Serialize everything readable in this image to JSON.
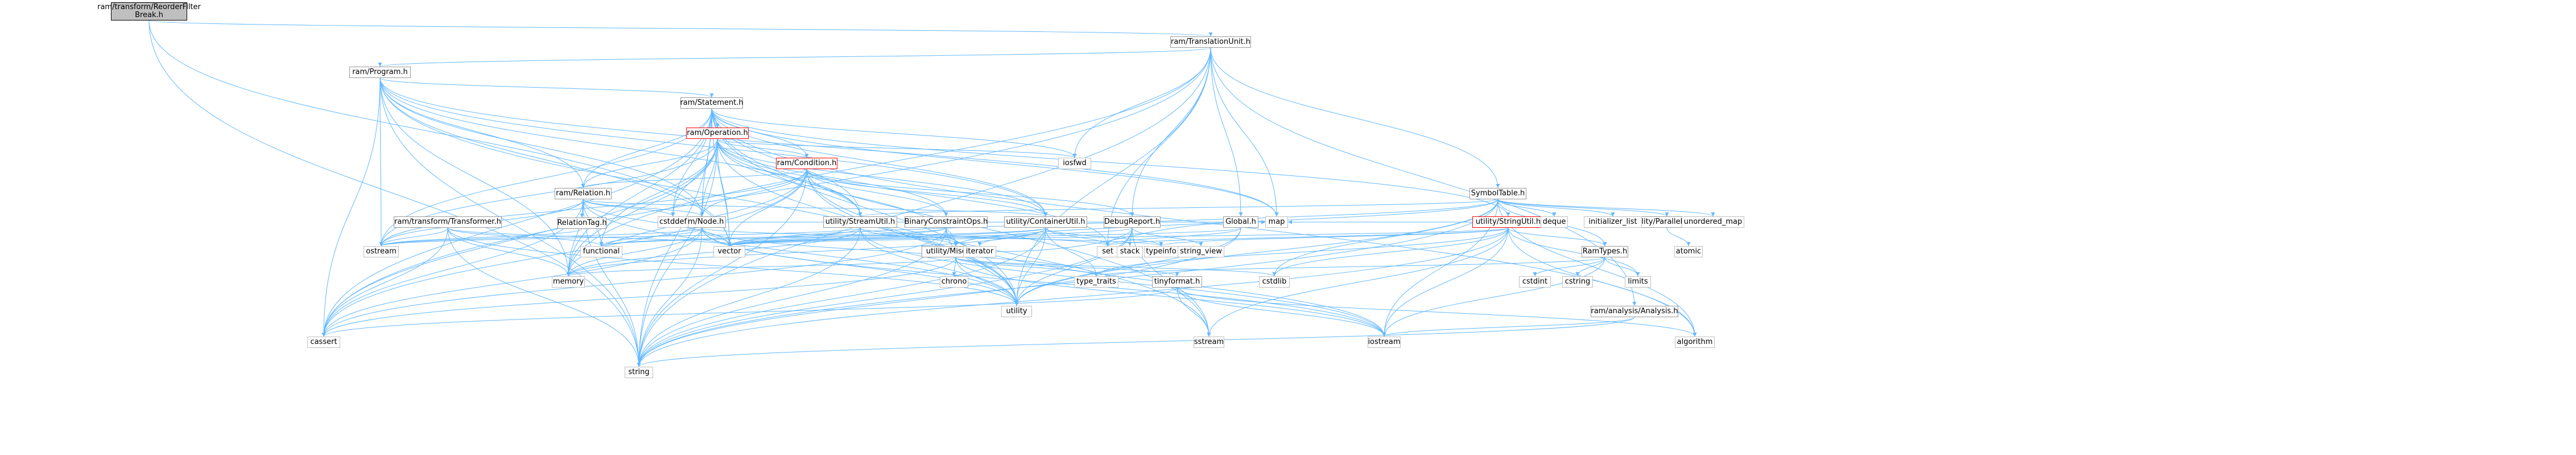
{
  "diagram": {
    "nodes": [
      {
        "id": "root",
        "label": "ram/transform/ReorderFilter\nBreak.h",
        "kind": "root"
      },
      {
        "id": "transinit",
        "label": "ram/TranslationUnit.h",
        "kind": "link"
      },
      {
        "id": "program",
        "label": "ram/Program.h",
        "kind": "link"
      },
      {
        "id": "statement",
        "label": "ram/Statement.h",
        "kind": "link"
      },
      {
        "id": "operation",
        "label": "ram/Operation.h",
        "kind": "red"
      },
      {
        "id": "condition",
        "label": "ram/Condition.h",
        "kind": "red"
      },
      {
        "id": "relation",
        "label": "ram/Relation.h",
        "kind": "link"
      },
      {
        "id": "node",
        "label": "ram/Node.h",
        "kind": "link"
      },
      {
        "id": "reltag",
        "label": "RelationTag.h",
        "kind": "link"
      },
      {
        "id": "transformer",
        "label": "ram/transform/Transformer.h",
        "kind": "link"
      },
      {
        "id": "streamutil",
        "label": "utility/StreamUtil.h",
        "kind": "link"
      },
      {
        "id": "binconst",
        "label": "BinaryConstraintOps.h",
        "kind": "link"
      },
      {
        "id": "containerutil",
        "label": "utility/ContainerUtil.h",
        "kind": "link"
      },
      {
        "id": "debugreport",
        "label": "DebugReport.h",
        "kind": "link"
      },
      {
        "id": "global",
        "label": "Global.h",
        "kind": "link"
      },
      {
        "id": "stringutil",
        "label": "utility/StringUtil.h",
        "kind": "red"
      },
      {
        "id": "symboltable",
        "label": "SymbolTable.h",
        "kind": "link"
      },
      {
        "id": "parallelutil",
        "label": "utility/ParallelUtil.h",
        "kind": "link"
      },
      {
        "id": "miscutil",
        "label": "utility/MiscUtil.h",
        "kind": "link"
      },
      {
        "id": "ramtypes",
        "label": "RamTypes.h",
        "kind": "link"
      },
      {
        "id": "tinyformat",
        "label": "tinyformat.h",
        "kind": "link"
      },
      {
        "id": "analysis",
        "label": "ram/analysis/Analysis.h",
        "kind": "link"
      },
      {
        "id": "iosfwd",
        "label": "iosfwd",
        "kind": "sys"
      },
      {
        "id": "cstddef",
        "label": "cstddef",
        "kind": "sys"
      },
      {
        "id": "ostream",
        "label": "ostream",
        "kind": "sys"
      },
      {
        "id": "functional",
        "label": "functional",
        "kind": "sys"
      },
      {
        "id": "vector",
        "label": "vector",
        "kind": "sys"
      },
      {
        "id": "memory",
        "label": "memory",
        "kind": "sys"
      },
      {
        "id": "cassert",
        "label": "cassert",
        "kind": "sys"
      },
      {
        "id": "string",
        "label": "string",
        "kind": "sys"
      },
      {
        "id": "utility",
        "label": "utility",
        "kind": "sys"
      },
      {
        "id": "type_traits",
        "label": "type_traits",
        "kind": "sys"
      },
      {
        "id": "chrono",
        "label": "chrono",
        "kind": "sys"
      },
      {
        "id": "iterator",
        "label": "iterator",
        "kind": "sys"
      },
      {
        "id": "set",
        "label": "set",
        "kind": "sys"
      },
      {
        "id": "typeinfo",
        "label": "typeinfo",
        "kind": "sys"
      },
      {
        "id": "map",
        "label": "map",
        "kind": "sys"
      },
      {
        "id": "stack",
        "label": "stack",
        "kind": "sys"
      },
      {
        "id": "string_view",
        "label": "string_view",
        "kind": "sys"
      },
      {
        "id": "sstream",
        "label": "sstream",
        "kind": "sys"
      },
      {
        "id": "iostream",
        "label": "iostream",
        "kind": "sys"
      },
      {
        "id": "cstdlib",
        "label": "cstdlib",
        "kind": "sys"
      },
      {
        "id": "cstdint",
        "label": "cstdint",
        "kind": "sys"
      },
      {
        "id": "cstring",
        "label": "cstring",
        "kind": "sys"
      },
      {
        "id": "limits",
        "label": "limits",
        "kind": "sys"
      },
      {
        "id": "algorithm",
        "label": "algorithm",
        "kind": "sys"
      },
      {
        "id": "deque",
        "label": "deque",
        "kind": "sys"
      },
      {
        "id": "initializer_list",
        "label": "initializer_list",
        "kind": "sys"
      },
      {
        "id": "unordered_map",
        "label": "unordered_map",
        "kind": "sys"
      },
      {
        "id": "atomic",
        "label": "atomic",
        "kind": "sys"
      }
    ],
    "edges": [
      [
        "root",
        "transinit"
      ],
      [
        "root",
        "vector"
      ],
      [
        "root",
        "string"
      ],
      [
        "transinit",
        "program"
      ],
      [
        "transinit",
        "symboltable"
      ],
      [
        "transinit",
        "global"
      ],
      [
        "transinit",
        "debugreport"
      ],
      [
        "transinit",
        "analysis"
      ],
      [
        "transinit",
        "map"
      ],
      [
        "transinit",
        "iosfwd"
      ],
      [
        "transinit",
        "memory"
      ],
      [
        "transinit",
        "string"
      ],
      [
        "transinit",
        "cassert"
      ],
      [
        "transinit",
        "set"
      ],
      [
        "transinit",
        "utility"
      ],
      [
        "program",
        "statement"
      ],
      [
        "program",
        "relation"
      ],
      [
        "program",
        "node"
      ],
      [
        "program",
        "containerutil"
      ],
      [
        "program",
        "streamutil"
      ],
      [
        "program",
        "map"
      ],
      [
        "program",
        "memory"
      ],
      [
        "program",
        "string"
      ],
      [
        "program",
        "vector"
      ],
      [
        "program",
        "cassert"
      ],
      [
        "program",
        "ostream"
      ],
      [
        "program",
        "utility"
      ],
      [
        "statement",
        "operation"
      ],
      [
        "statement",
        "condition"
      ],
      [
        "statement",
        "relation"
      ],
      [
        "statement",
        "node"
      ],
      [
        "statement",
        "streamutil"
      ],
      [
        "statement",
        "containerutil"
      ],
      [
        "statement",
        "stringutil"
      ],
      [
        "statement",
        "memory"
      ],
      [
        "statement",
        "cassert"
      ],
      [
        "statement",
        "string"
      ],
      [
        "statement",
        "vector"
      ],
      [
        "statement",
        "map"
      ],
      [
        "statement",
        "cstddef"
      ],
      [
        "statement",
        "algorithm"
      ],
      [
        "statement",
        "sstream"
      ],
      [
        "statement",
        "ostream"
      ],
      [
        "statement",
        "iosfwd"
      ],
      [
        "statement",
        "utility"
      ],
      [
        "operation",
        "condition"
      ],
      [
        "operation",
        "relation"
      ],
      [
        "operation",
        "node"
      ],
      [
        "operation",
        "streamutil"
      ],
      [
        "operation",
        "containerutil"
      ],
      [
        "operation",
        "miscutil"
      ],
      [
        "operation",
        "binconst"
      ],
      [
        "operation",
        "iosfwd"
      ],
      [
        "operation",
        "cstddef"
      ],
      [
        "operation",
        "memory"
      ],
      [
        "operation",
        "string"
      ],
      [
        "operation",
        "vector"
      ],
      [
        "operation",
        "cassert"
      ],
      [
        "operation",
        "ostream"
      ],
      [
        "operation",
        "utility"
      ],
      [
        "operation",
        "set"
      ],
      [
        "operation",
        "functional"
      ],
      [
        "condition",
        "relation"
      ],
      [
        "condition",
        "node"
      ],
      [
        "condition",
        "binconst"
      ],
      [
        "condition",
        "streamutil"
      ],
      [
        "condition",
        "containerutil"
      ],
      [
        "condition",
        "memory"
      ],
      [
        "condition",
        "vector"
      ],
      [
        "condition",
        "cassert"
      ],
      [
        "condition",
        "string"
      ],
      [
        "condition",
        "debugreport"
      ],
      [
        "condition",
        "utility"
      ],
      [
        "condition",
        "sstream"
      ],
      [
        "condition",
        "ostream"
      ],
      [
        "relation",
        "node"
      ],
      [
        "relation",
        "reltag"
      ],
      [
        "relation",
        "containerutil"
      ],
      [
        "relation",
        "cstddef"
      ],
      [
        "relation",
        "ostream"
      ],
      [
        "relation",
        "vector"
      ],
      [
        "relation",
        "memory"
      ],
      [
        "relation",
        "string"
      ],
      [
        "relation",
        "cassert"
      ],
      [
        "relation",
        "functional"
      ],
      [
        "relation",
        "utility"
      ],
      [
        "reltag",
        "ostream"
      ],
      [
        "node",
        "cassert"
      ],
      [
        "node",
        "functional"
      ],
      [
        "node",
        "vector"
      ],
      [
        "node",
        "memory"
      ],
      [
        "node",
        "typeinfo"
      ],
      [
        "node",
        "utility"
      ],
      [
        "node",
        "ostream"
      ],
      [
        "node",
        "string"
      ],
      [
        "node",
        "iostream"
      ],
      [
        "node",
        "type_traits"
      ],
      [
        "transformer",
        "memory"
      ],
      [
        "transformer",
        "cassert"
      ],
      [
        "transformer",
        "string"
      ],
      [
        "transformer",
        "vector"
      ],
      [
        "transformer",
        "ostream"
      ],
      [
        "transformer",
        "functional"
      ],
      [
        "transformer",
        "utility"
      ],
      [
        "streamutil",
        "miscutil"
      ],
      [
        "streamutil",
        "map"
      ],
      [
        "streamutil",
        "memory"
      ],
      [
        "streamutil",
        "set"
      ],
      [
        "streamutil",
        "string"
      ],
      [
        "streamutil",
        "vector"
      ],
      [
        "streamutil",
        "utility"
      ],
      [
        "streamutil",
        "iostream"
      ],
      [
        "streamutil",
        "ostream"
      ],
      [
        "binconst",
        "cassert"
      ],
      [
        "binconst",
        "vector"
      ],
      [
        "binconst",
        "string"
      ],
      [
        "binconst",
        "iostream"
      ],
      [
        "binconst",
        "utility"
      ],
      [
        "binconst",
        "functional"
      ],
      [
        "containerutil",
        "vector"
      ],
      [
        "containerutil",
        "map"
      ],
      [
        "containerutil",
        "memory"
      ],
      [
        "containerutil",
        "set"
      ],
      [
        "containerutil",
        "iterator"
      ],
      [
        "containerutil",
        "utility"
      ],
      [
        "containerutil",
        "typeinfo"
      ],
      [
        "containerutil",
        "functional"
      ],
      [
        "containerutil",
        "string"
      ],
      [
        "containerutil",
        "type_traits"
      ],
      [
        "containerutil",
        "cstddef"
      ],
      [
        "debugreport",
        "stack"
      ],
      [
        "debugreport",
        "string_view"
      ],
      [
        "debugreport",
        "map"
      ],
      [
        "debugreport",
        "set"
      ],
      [
        "debugreport",
        "string"
      ],
      [
        "debugreport",
        "utility"
      ],
      [
        "debugreport",
        "vector"
      ],
      [
        "debugreport",
        "sstream"
      ],
      [
        "global",
        "map"
      ],
      [
        "global",
        "set"
      ],
      [
        "global",
        "string"
      ],
      [
        "global",
        "utility"
      ],
      [
        "global",
        "vector"
      ],
      [
        "stringutil",
        "ramtypes"
      ],
      [
        "stringutil",
        "algorithm"
      ],
      [
        "stringutil",
        "cstdlib"
      ],
      [
        "stringutil",
        "iostream"
      ],
      [
        "stringutil",
        "limits"
      ],
      [
        "stringutil",
        "sstream"
      ],
      [
        "stringutil",
        "string"
      ],
      [
        "stringutil",
        "typeinfo"
      ],
      [
        "stringutil",
        "type_traits"
      ],
      [
        "stringutil",
        "vector"
      ],
      [
        "stringutil",
        "map"
      ],
      [
        "stringutil",
        "set"
      ],
      [
        "symboltable",
        "parallelutil"
      ],
      [
        "symboltable",
        "miscutil"
      ],
      [
        "symboltable",
        "streamutil"
      ],
      [
        "symboltable",
        "ramtypes"
      ],
      [
        "symboltable",
        "algorithm"
      ],
      [
        "symboltable",
        "cstdlib"
      ],
      [
        "symboltable",
        "deque"
      ],
      [
        "symboltable",
        "initializer_list"
      ],
      [
        "symboltable",
        "iostream"
      ],
      [
        "symboltable",
        "string"
      ],
      [
        "symboltable",
        "unordered_map"
      ],
      [
        "symboltable",
        "utility"
      ],
      [
        "symboltable",
        "vector"
      ],
      [
        "parallelutil",
        "atomic"
      ],
      [
        "miscutil",
        "tinyformat"
      ],
      [
        "miscutil",
        "cassert"
      ],
      [
        "miscutil",
        "chrono"
      ],
      [
        "miscutil",
        "iostream"
      ],
      [
        "miscutil",
        "map"
      ],
      [
        "miscutil",
        "memory"
      ],
      [
        "miscutil",
        "type_traits"
      ],
      [
        "miscutil",
        "utility"
      ],
      [
        "miscutil",
        "cstdlib"
      ],
      [
        "ramtypes",
        "cstdint"
      ],
      [
        "ramtypes",
        "cstring"
      ],
      [
        "ramtypes",
        "iostream"
      ],
      [
        "ramtypes",
        "limits"
      ],
      [
        "ramtypes",
        "type_traits"
      ],
      [
        "tinyformat",
        "algorithm"
      ],
      [
        "tinyformat",
        "cassert"
      ],
      [
        "tinyformat",
        "iostream"
      ],
      [
        "tinyformat",
        "sstream"
      ],
      [
        "analysis",
        "iostream"
      ],
      [
        "analysis",
        "string"
      ]
    ]
  }
}
